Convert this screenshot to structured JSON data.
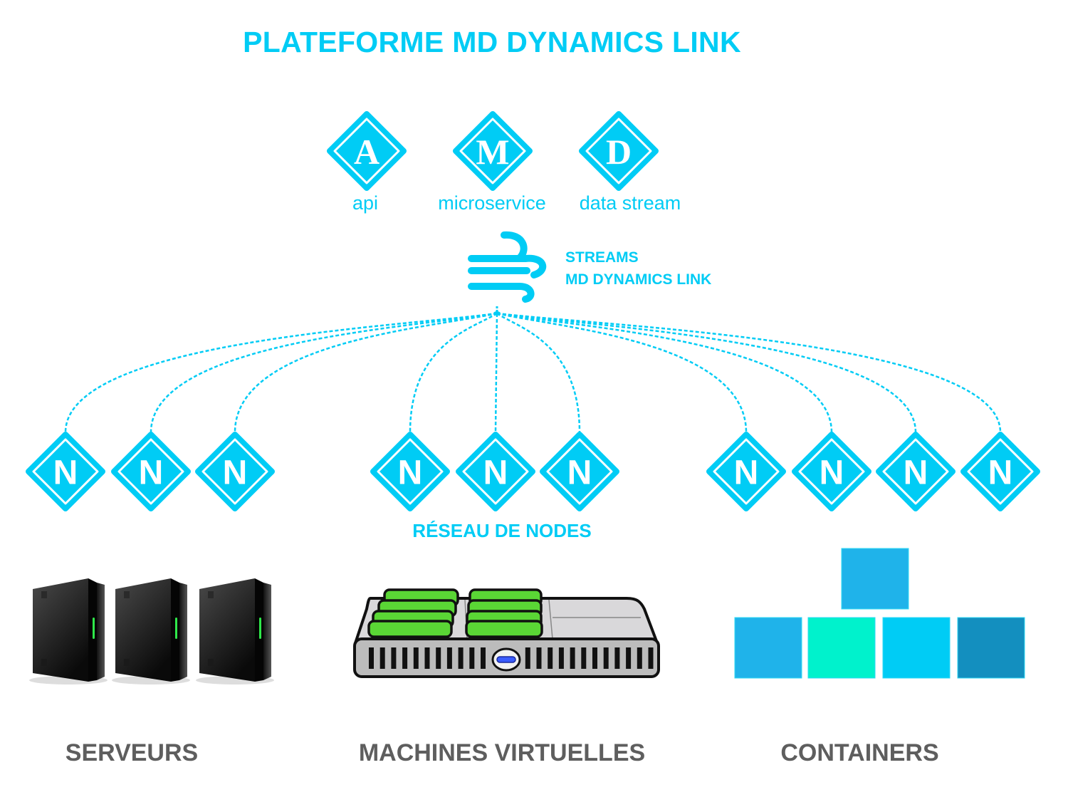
{
  "title": "PLATEFORME MD DYNAMICS LINK",
  "accent_color": "#00ccf5",
  "services": [
    {
      "letter": "A",
      "label": "api",
      "icon": "diamond-a-icon"
    },
    {
      "letter": "M",
      "label": "microservice",
      "icon": "diamond-m-icon"
    },
    {
      "letter": "D",
      "label": "data stream",
      "icon": "diamond-d-icon"
    }
  ],
  "streams": {
    "icon": "wind-stream-icon",
    "line1": "STREAMS",
    "line2": "MD DYNAMICS LINK"
  },
  "network": {
    "label": "RÉSEAU DE NODES",
    "node_letter": "N",
    "groups": [
      {
        "name": "serveurs",
        "node_count": 3
      },
      {
        "name": "machines-virtuelles",
        "node_count": 3
      },
      {
        "name": "containers",
        "node_count": 4
      }
    ]
  },
  "infrastructure": [
    {
      "label": "SERVEURS",
      "icon": "server-tower-icon",
      "count": 3
    },
    {
      "label": "MACHINES VIRTUELLES",
      "icon": "rack-server-icon"
    },
    {
      "label": "CONTAINERS",
      "icon": "container-blocks-icon",
      "block_colors": [
        "#1fb3ea",
        "#1fb3ea",
        "#00f2cc",
        "#00ccf5",
        "#138fbf"
      ]
    }
  ]
}
